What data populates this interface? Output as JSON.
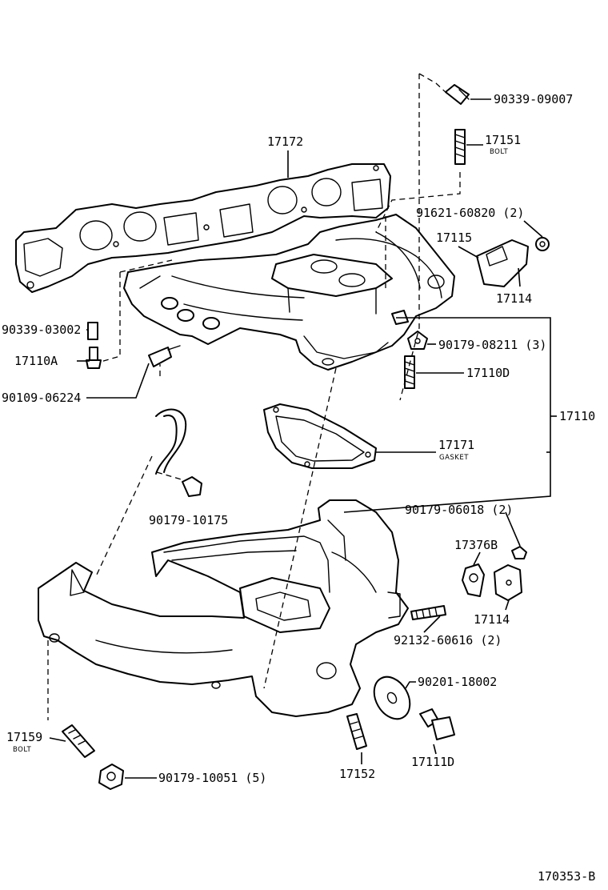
{
  "labels": {
    "p90339_09007": "90339-09007",
    "p17151": "17151",
    "p17151_sub": "BOLT",
    "p17172": "17172",
    "p91621_60820": "91621-60820 (2)",
    "p17115": "17115",
    "p17114_top": "17114",
    "p90339_03002": "90339-03002",
    "p17110A": "17110A",
    "p90179_08211": "90179-08211 (3)",
    "p17110D": "17110D",
    "p90109_06224": "90109-06224",
    "p17110": "17110",
    "p17171": "17171",
    "p17171_sub": "GASKET",
    "p90179_10175": "90179-10175",
    "p90179_06018": "90179-06018 (2)",
    "p17376B": "17376B",
    "p17114_bot": "17114",
    "p92132_60616": "92132-60616 (2)",
    "p90201_18002": "90201-18002",
    "p17159": "17159",
    "p17159_sub": "BOLT",
    "p90179_10051": "90179-10051 (5)",
    "p17152": "17152",
    "p17111D": "17111D",
    "figure_code": "170353-B"
  }
}
